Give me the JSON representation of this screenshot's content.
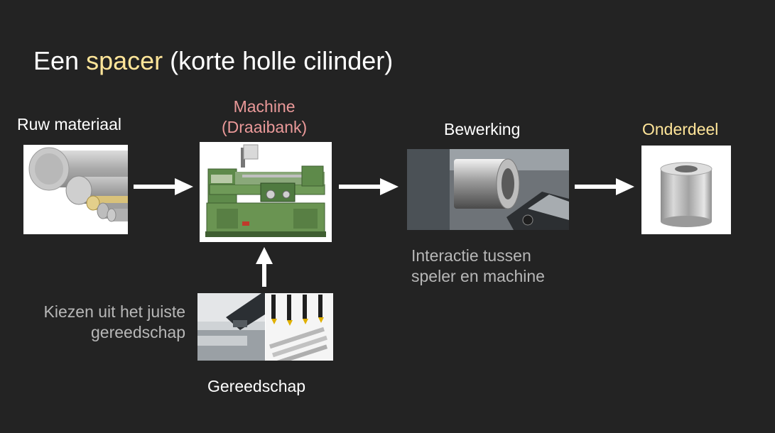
{
  "title": {
    "prefix": "Een ",
    "highlight": "spacer",
    "suffix": " (korte holle cilinder)"
  },
  "steps": {
    "raw_material": {
      "label": "Ruw materiaal"
    },
    "machine": {
      "label_line1": "Machine",
      "label_line2": "(Draaibank)"
    },
    "processing": {
      "label": "Bewerking",
      "note_line1": "Interactie tussen",
      "note_line2": "speler en machine"
    },
    "part": {
      "label": "Onderdeel"
    },
    "tooling": {
      "label": "Gereedschap",
      "note_line1": "Kiezen uit het juiste",
      "note_line2": "gereedschap"
    }
  },
  "colors": {
    "background": "#232323",
    "accent_yellow": "#ffe599",
    "accent_pink": "#ea9999",
    "note_gray": "#b7b7b7",
    "arrow": "#ffffff"
  },
  "icons": [
    "arrow-right-icon",
    "arrow-up-icon"
  ]
}
